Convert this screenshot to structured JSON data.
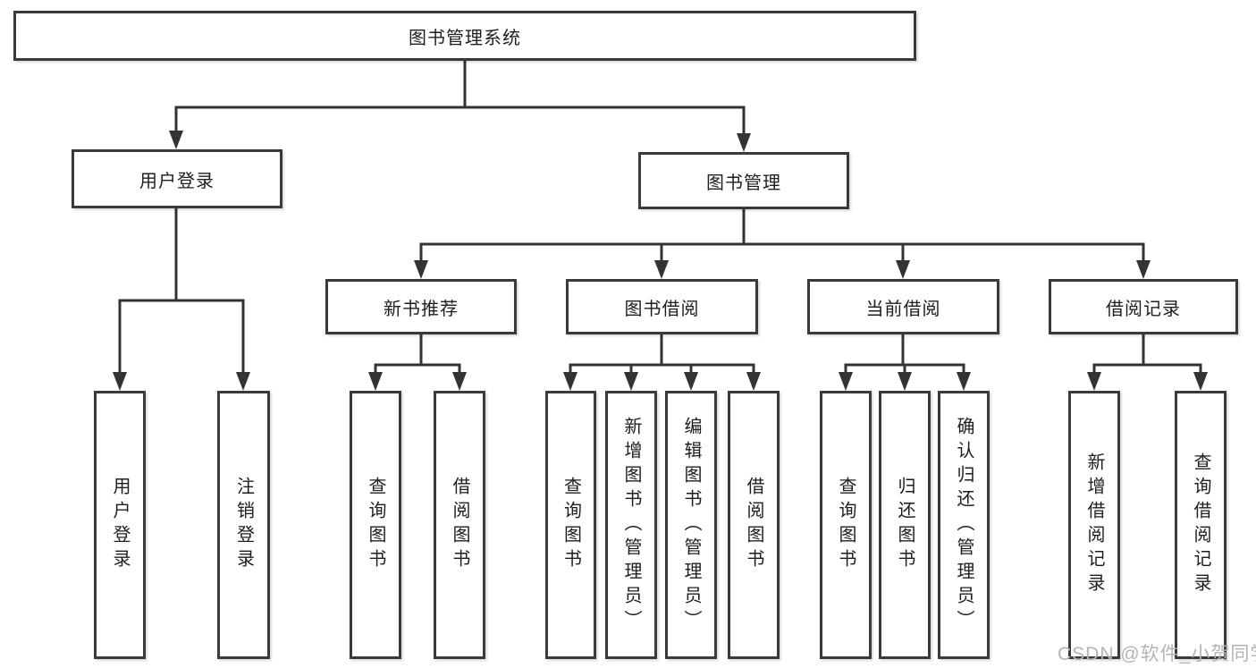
{
  "diagram": {
    "title_node": {
      "label": "图书管理系统"
    },
    "user_login": {
      "label": "用户登录",
      "children": [
        "用户登录",
        "注销登录"
      ]
    },
    "book_mgmt": {
      "label": "图书管理",
      "children": [
        {
          "label": "新书推荐",
          "children": [
            "查询图书",
            "借阅图书"
          ]
        },
        {
          "label": "图书借阅",
          "children": [
            "查询图书",
            "新增图书（管理员）",
            "编辑图书（管理员）",
            "借阅图书"
          ]
        },
        {
          "label": "当前借阅",
          "children": [
            "查询图书",
            "归还图书",
            "确认归还（管理员）"
          ]
        },
        {
          "label": "借阅记录",
          "children": [
            "新增借阅记录",
            "查询借阅记录"
          ]
        }
      ]
    }
  },
  "watermark": {
    "text": "CSDN @软件_小贺同学",
    "color": "#b4b4b4"
  },
  "colors": {
    "line": "#333333",
    "box_border": "#3a3a3a",
    "box_fill": "#ffffff",
    "text": "#1e1e1e"
  }
}
